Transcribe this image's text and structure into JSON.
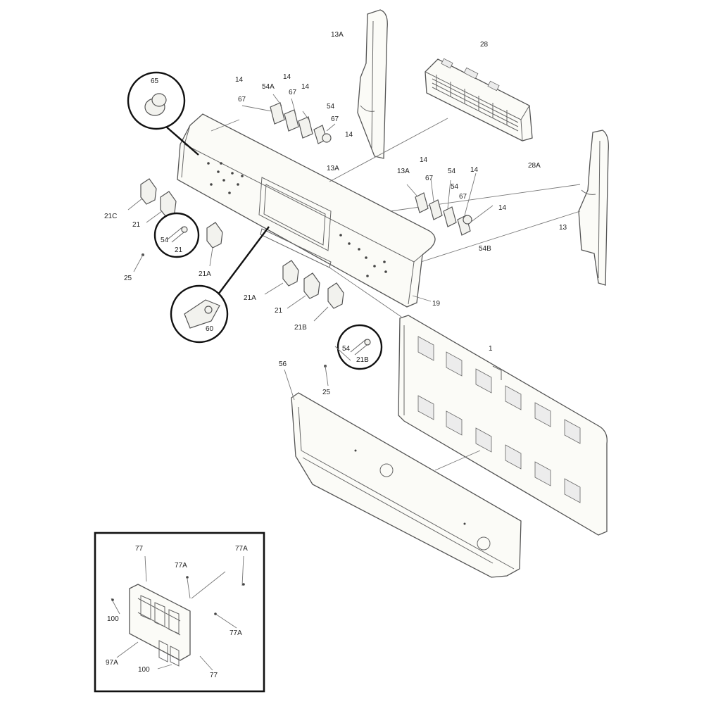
{
  "labels": {
    "l13a_top": "13A",
    "l28": "28",
    "l14_a": "14",
    "l67_a": "67",
    "l14_b": "14",
    "l54a": "54A",
    "l67_b": "67",
    "l14_c": "14",
    "l54_a": "54",
    "l67_c": "67",
    "l14_d": "14",
    "l13a_mid": "13A",
    "l65": "65",
    "l28a": "28A",
    "l13a_right": "13A",
    "l14_e": "14",
    "l67_d": "67",
    "l54_b": "54",
    "l14_f": "14",
    "l54_c": "54",
    "l67_e": "67",
    "l14_g": "14",
    "l13": "13",
    "l54b": "54B",
    "l19": "19",
    "l21c": "21C",
    "l21": "21",
    "l54_d": "54",
    "l21_circ": "21",
    "l25_a": "25",
    "l21a_left": "21A",
    "l60": "60",
    "l21a_mid": "21A",
    "l21_mid": "21",
    "l21b": "21B",
    "l54_e": "54",
    "l21b_circ": "21B",
    "l25_b": "25",
    "l56": "56",
    "l1": "1",
    "i77_a": "77",
    "i77a_a": "77A",
    "i77a_b": "77A",
    "i100_a": "100",
    "i77a_c": "77A",
    "i97a": "97A",
    "i100_b": "100",
    "i77_b": "77"
  }
}
